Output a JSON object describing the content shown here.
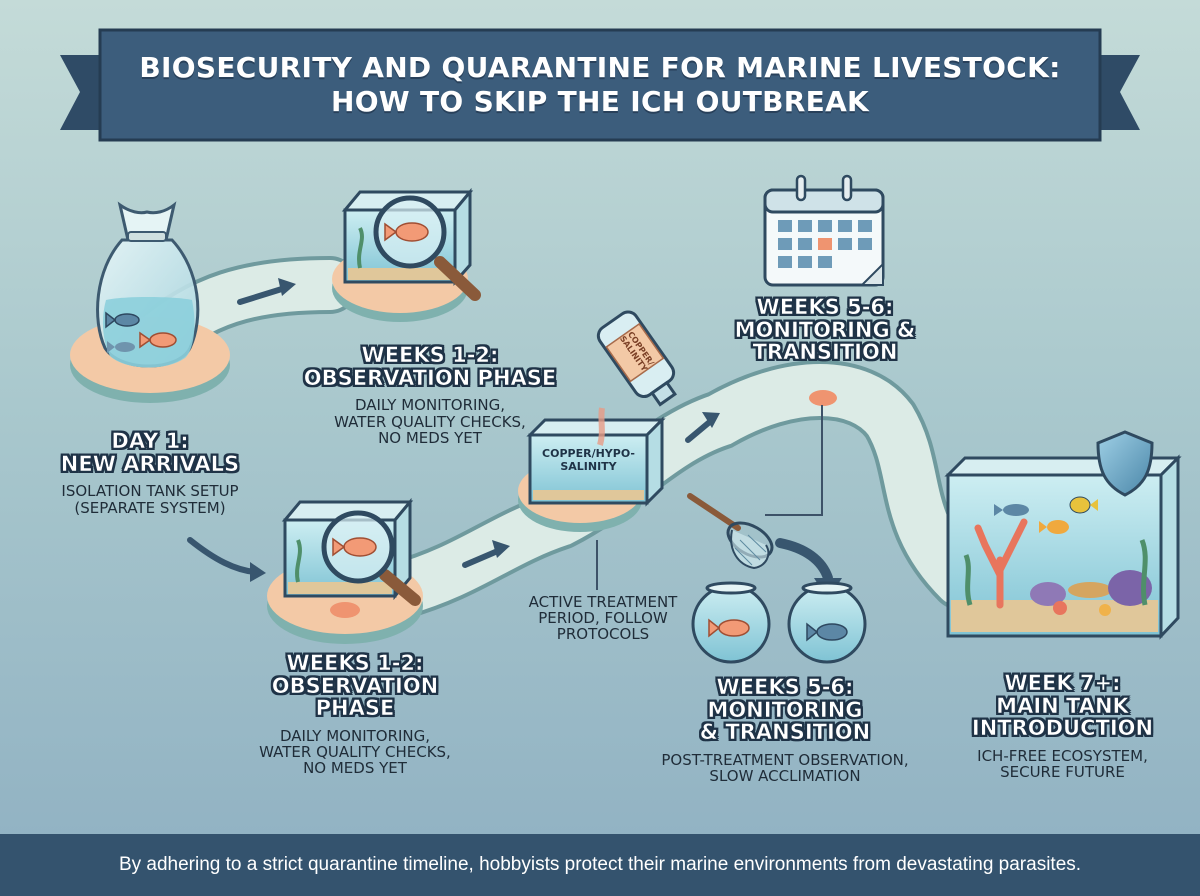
{
  "title": {
    "line1": "BIOSECURITY AND QUARANTINE FOR MARINE LIVESTOCK:",
    "line2": "HOW TO SKIP THE ICH OUTBREAK"
  },
  "stages": {
    "day1": {
      "heading_line1": "DAY 1:",
      "heading_line2": "NEW ARRIVALS",
      "desc_line1": "ISOLATION TANK SETUP",
      "desc_line2": "(SEPARATE SYSTEM)"
    },
    "weeks12_upper": {
      "heading_line1": "WEEKS 1-2:",
      "heading_line2": "OBSERVATION PHASE",
      "desc_line1": "DAILY MONITORING,",
      "desc_line2": "WATER QUALITY CHECKS,",
      "desc_line3": "NO MEDS YET"
    },
    "weeks12_lower": {
      "heading_line1": "WEEKS 1-2:",
      "heading_line2": "OBSERVATION",
      "heading_line3": "PHASE",
      "desc_line1": "DAILY MONITORING,",
      "desc_line2": "WATER QUALITY CHECKS,",
      "desc_line3": "NO MEDS YET"
    },
    "treatment": {
      "tank_label_line1": "COPPER/HYPO-",
      "tank_label_line2": "SALINITY",
      "bottle_label_line1": "COPPER/",
      "bottle_label_line2": "SALINITY",
      "desc_line1": "ACTIVE TREATMENT",
      "desc_line2": "PERIOD, FOLLOW",
      "desc_line3": "PROTOCOLS"
    },
    "weeks56_upper": {
      "heading_line1": "WEEKS 5-6:",
      "heading_line2": "MONITORING &",
      "heading_line3": "TRANSITION"
    },
    "weeks56_lower": {
      "heading_line1": "WEEKS 5-6:",
      "heading_line2": "MONITORING",
      "heading_line3": "& TRANSITION",
      "desc_line1": "POST-TREATMENT OBSERVATION,",
      "desc_line2": "SLOW ACCLIMATION"
    },
    "week7": {
      "heading_line1": "WEEK 7+:",
      "heading_line2": "MAIN TANK",
      "heading_line3": "INTRODUCTION",
      "desc_line1": "ICH-FREE ECOSYSTEM,",
      "desc_line2": "SECURE FUTURE"
    }
  },
  "footer": {
    "text": "By adhering to a strict quarantine timeline, hobbyists protect their marine environments from devastating parasites."
  },
  "colors": {
    "banner": "#3c5d7c",
    "path": "#dcebe6",
    "platform": "#f3c9a6",
    "accent_coral": "#ef9470",
    "water": "#9fd3df",
    "footer": "#34536e"
  },
  "icons": [
    "bag-icon",
    "magnifier-icon",
    "fish-icon",
    "calendar-icon",
    "bottle-icon",
    "net-icon",
    "fishbowl-icon",
    "shield-icon",
    "coral-icon",
    "arrow-icon"
  ]
}
